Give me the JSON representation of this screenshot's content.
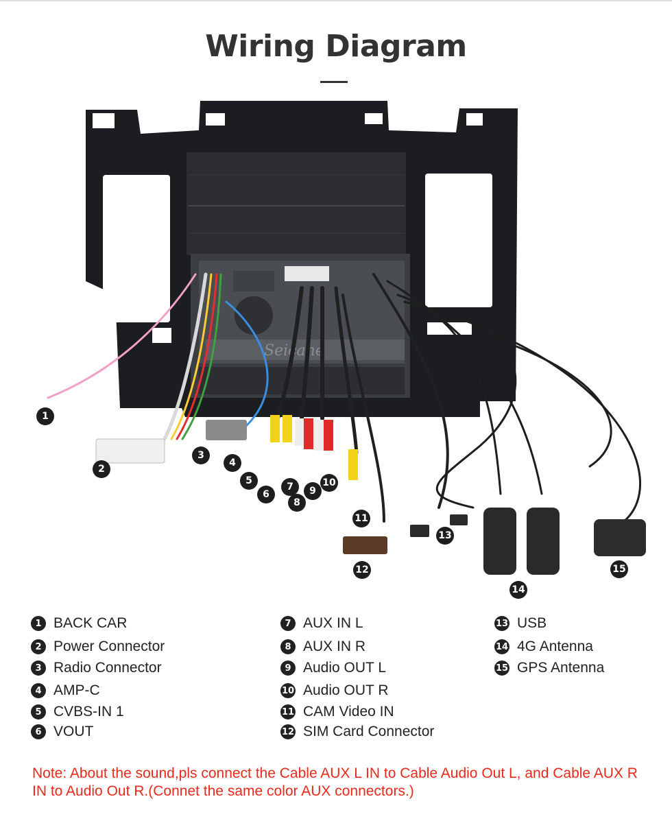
{
  "title": "Wiring Diagram",
  "callouts": [
    "1",
    "2",
    "3",
    "4",
    "5",
    "6",
    "7",
    "8",
    "9",
    "10",
    "11",
    "12",
    "13",
    "14",
    "15"
  ],
  "legend": [
    {
      "n": "1",
      "label": "BACK CAR"
    },
    {
      "n": "2",
      "label": "Power Connector"
    },
    {
      "n": "3",
      "label": "Radio Connector"
    },
    {
      "n": "4",
      "label": "AMP-C"
    },
    {
      "n": "5",
      "label": "CVBS-IN 1"
    },
    {
      "n": "6",
      "label": "VOUT"
    },
    {
      "n": "7",
      "label": "AUX IN L"
    },
    {
      "n": "8",
      "label": "AUX IN R"
    },
    {
      "n": "9",
      "label": "Audio OUT L"
    },
    {
      "n": "10",
      "label": "Audio OUT R"
    },
    {
      "n": "11",
      "label": "CAM Video IN"
    },
    {
      "n": "12",
      "label": "SIM Card Connector"
    },
    {
      "n": "13",
      "label": "USB"
    },
    {
      "n": "14",
      "label": "4G Antenna"
    },
    {
      "n": "15",
      "label": "GPS Antenna"
    }
  ],
  "watermark": "Seicane",
  "note": "Note: About the sound,pls connect the Cable AUX L IN to Cable Audio Out L, and Cable AUX R IN to  Audio Out R.(Connet the same color AUX connectors.)",
  "colors": {
    "note": "#e8291c",
    "frame": "#1b1d20",
    "title": "#333333"
  }
}
